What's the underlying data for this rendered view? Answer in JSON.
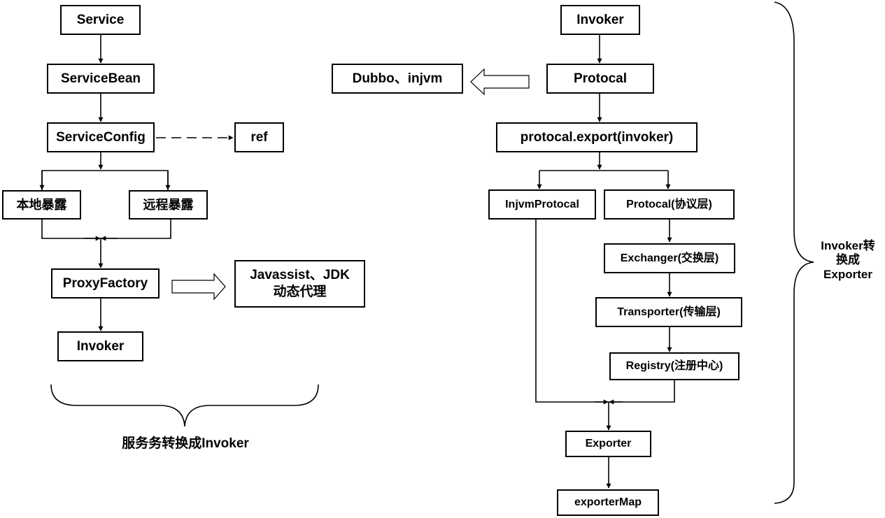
{
  "left": {
    "service": "Service",
    "service_bean": "ServiceBean",
    "service_config": "ServiceConfig",
    "ref": "ref",
    "local_export": "本地暴露",
    "remote_export": "远程暴露",
    "proxy_factory": "ProxyFactory",
    "javassist_line1": "Javassist、JDK",
    "javassist_line2": "动态代理",
    "invoker": "Invoker",
    "brace_caption": "服务务转换成Invoker"
  },
  "right": {
    "invoker": "Invoker",
    "protocal": "Protocal",
    "dubbo_injvm": "Dubbo、injvm",
    "protocal_export": "protocal.export(invoker)",
    "injvm_protocal": "InjvmProtocal",
    "protocal_layer": "Protocal(协议层)",
    "exchanger_layer": "Exchanger(交换层)",
    "transporter_layer": "Transporter(传输层)",
    "registry_layer": "Registry(注册中心)",
    "exporter": "Exporter",
    "exporter_map": "exporterMap",
    "brace_caption_line1": "Invoker转",
    "brace_caption_line2": "换成",
    "brace_caption_line3": "Exporter"
  }
}
